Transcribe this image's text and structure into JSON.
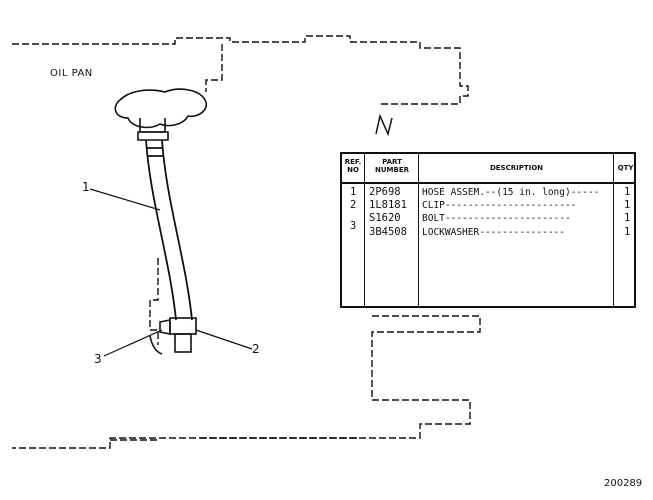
{
  "labels": {
    "oil_pan": "OIL PAN",
    "north_mark": "N",
    "figure_number": "200289"
  },
  "callouts": [
    "1",
    "2",
    "3"
  ],
  "table": {
    "headers": {
      "ref_no": "REF. NO",
      "part_number": "PART NUMBER",
      "description": "DESCRIPTION",
      "qty": "QTY"
    },
    "rows": [
      {
        "ref": "1",
        "part": "2P698",
        "desc": "HOSE ASSEM.--(15 in. long)-----",
        "qty": "1"
      },
      {
        "ref": "2",
        "part": "1L8181",
        "desc": "CLIP-----------------------",
        "qty": "1"
      },
      {
        "ref": "",
        "part": "S1620",
        "desc": "BOLT----------------------",
        "qty": "1"
      },
      {
        "ref": "3",
        "part": "3B4508",
        "desc": "LOCKWASHER---------------",
        "qty": "1"
      }
    ]
  }
}
